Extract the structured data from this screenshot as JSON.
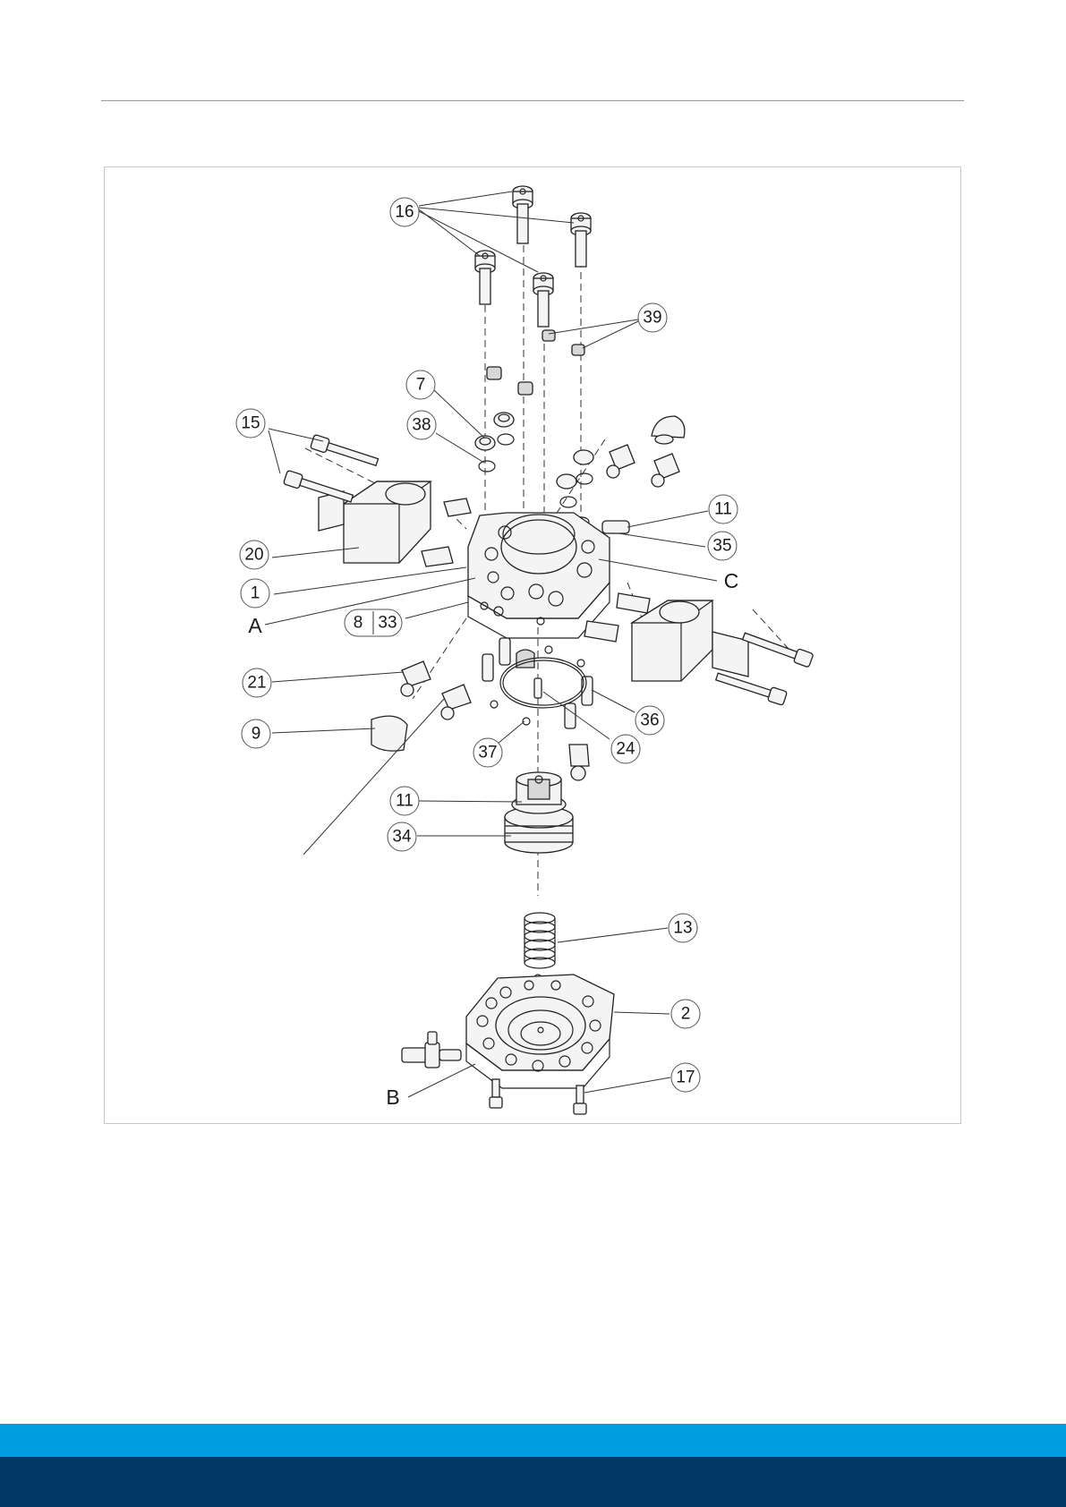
{
  "colors": {
    "footer_light": "#009ee0",
    "footer_dark": "#003a64",
    "header_rule": "#9a9a9a",
    "frame_border": "#c8c8c8"
  },
  "callouts": {
    "c16": "16",
    "c39": "39",
    "c7": "7",
    "c38": "38",
    "c15": "15",
    "c11a": "11",
    "c35": "35",
    "c20": "20",
    "c1": "1",
    "c8": "8",
    "c33": "33",
    "c21": "21",
    "c36": "36",
    "c9": "9",
    "c37": "37",
    "c24": "24",
    "c11b": "11",
    "c34": "34",
    "c13": "13",
    "c2": "2",
    "c17": "17"
  },
  "letters": {
    "A": "A",
    "B": "B",
    "C": "C"
  }
}
